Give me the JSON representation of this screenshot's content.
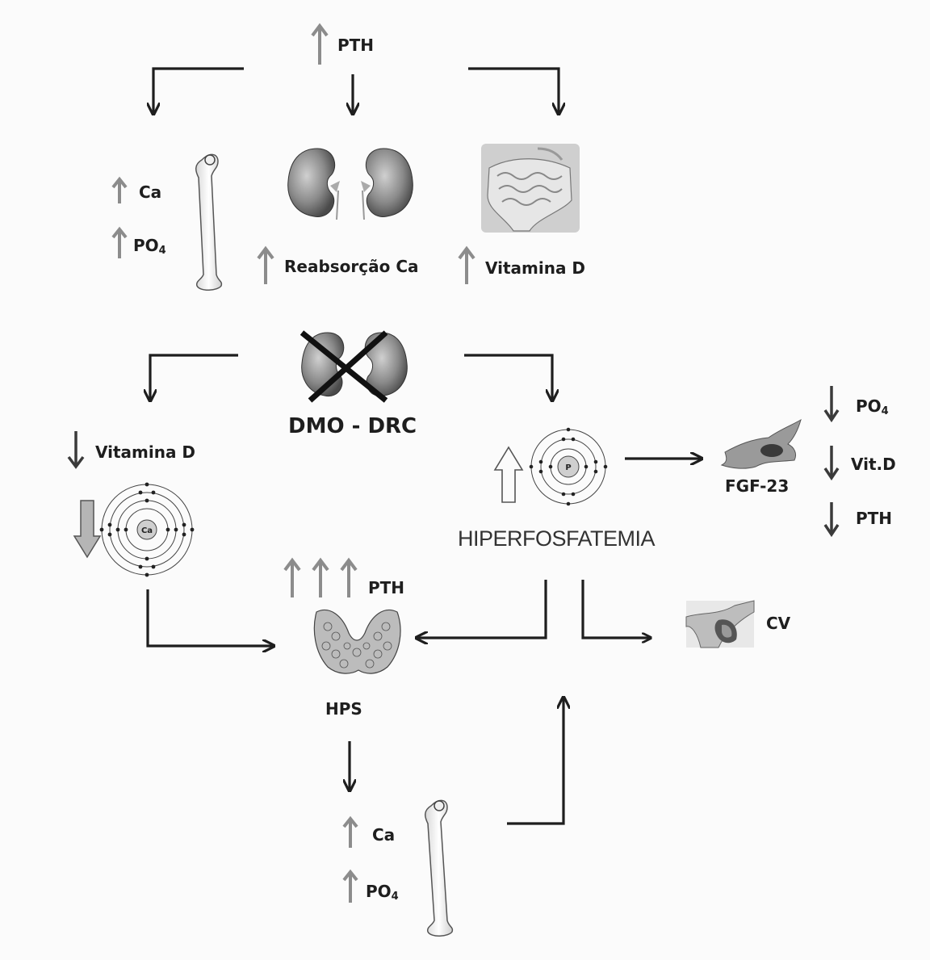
{
  "top": {
    "pth": "PTH"
  },
  "bone_top": {
    "ca": "Ca",
    "po": "PO",
    "po_sub": "4"
  },
  "kidney": {
    "reabsorcao": "Reabsorção Ca"
  },
  "intestine": {
    "vitamina": "Vitamina  D"
  },
  "center": {
    "title": "DMO - DRC"
  },
  "left_branch": {
    "vitamina": "Vitamina  D",
    "atom_label": "Ca"
  },
  "right_branch": {
    "hiper": "HIPERFOSFATEMIA",
    "atom_label": "P"
  },
  "fgf": {
    "label": "FGF-23",
    "po": "PO",
    "po_sub": "4",
    "vitd": "Vit.D",
    "pth": "PTH"
  },
  "parathyroid": {
    "pth": "PTH",
    "hps": "HPS"
  },
  "cv": {
    "label": "CV"
  },
  "bone_bottom": {
    "ca": "Ca",
    "po": "PO",
    "po_sub": "4"
  }
}
